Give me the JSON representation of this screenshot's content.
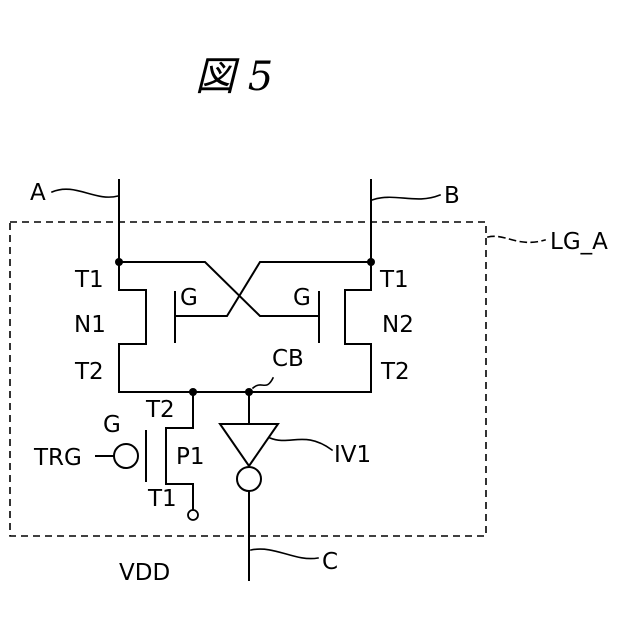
{
  "figure": {
    "title": "図 5",
    "block_label": "LG_A",
    "terminals": {
      "a": "A",
      "b": "B",
      "c": "C"
    },
    "supply": "VDD",
    "inverter": "IV1",
    "node_cb": "CB",
    "transistors": {
      "n1": {
        "name": "N1",
        "gate": "G",
        "t1": "T1",
        "t2": "T2"
      },
      "n2": {
        "name": "N2",
        "gate": "G",
        "t1": "T1",
        "t2": "T2"
      },
      "p1": {
        "name": "P1",
        "gate": "G",
        "t1": "T1",
        "t2": "T2"
      }
    },
    "trigger": "TRG"
  }
}
